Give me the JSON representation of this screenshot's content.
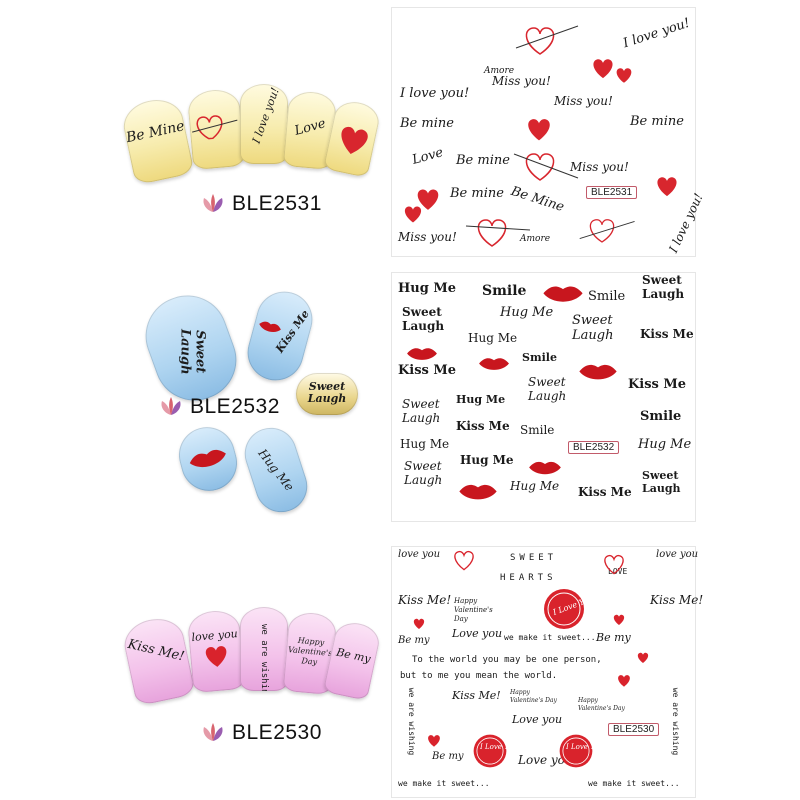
{
  "products": [
    {
      "code": "BLE2531",
      "nail_texts": [
        "Be Mine",
        "I love you!",
        "Love"
      ],
      "sheet_texts": [
        "Be mine",
        "I love you!",
        "Miss you!",
        "Miss you!",
        "Be mine",
        "Be mine",
        "Miss you!",
        "Be mine",
        "Love",
        "Amore",
        "Be Mine",
        "Miss you!",
        "I love you!",
        "Amore",
        "I love you!"
      ],
      "sheet_tag": "BLE2531",
      "colors": {
        "accent": "#d8262e"
      }
    },
    {
      "code": "BLE2532",
      "nail_texts": [
        "Sweet Laugh",
        "Kiss Me",
        "Sweet Laugh",
        "Hug Me"
      ],
      "sheet_texts": [
        "Hug Me",
        "Smile",
        "Smile",
        "Sweet Laugh",
        "Hug Me",
        "Sweet Laugh",
        "Kiss Me",
        "Hug Me",
        "Smile",
        "Kiss Me",
        "Sweet Laugh",
        "Kiss Me",
        "Sweet Laugh",
        "Sweet Laugh",
        "Smile",
        "Hug Me",
        "Kiss Me",
        "Smile",
        "Hug Me",
        "Hug Me",
        "Sweet Laugh",
        "Hug Me",
        "Kiss Me",
        "Sweet Laugh"
      ],
      "sheet_tag": "BLE2532",
      "colors": {
        "accent": "#c8161e"
      }
    },
    {
      "code": "BLE2530",
      "nail_texts": [
        "Kiss Me!",
        "love you",
        "we are wishing",
        "Happy Valentine's Day",
        "Be my"
      ],
      "sheet_texts": [
        "love you",
        "SWEET",
        "HEARTS",
        "LOVE",
        "love you",
        "Kiss Me!",
        "Happy Valentine's Day",
        "I Love You",
        "Kiss Me!",
        "Love you",
        "we make it sweet...",
        "Be my",
        "Be my",
        "To the world you may be one person,",
        "but to me you mean the world.",
        "Kiss Me!",
        "Happy Valentine's Day",
        "Love you",
        "Happy Valentine's Day",
        "we are wishing",
        "Be my",
        "I Love You",
        "Love you",
        "we make it sweet...",
        "we make it sweet...",
        "I Love You",
        "we are wishing"
      ],
      "sheet_tag": "BLE2530",
      "colors": {
        "accent": "#d9232c"
      }
    }
  ],
  "icons": {
    "brand": "lotus-icon",
    "heart": "heart-icon",
    "lips": "lips-icon"
  }
}
